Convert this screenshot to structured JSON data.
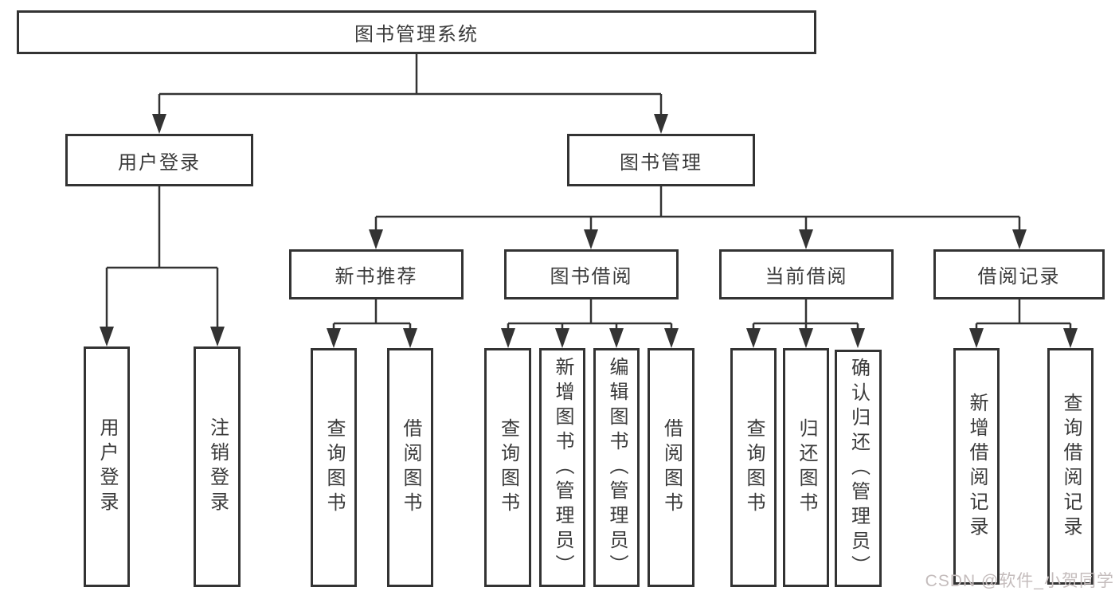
{
  "diagram": {
    "root": {
      "label": "图书管理系统"
    },
    "branches": [
      {
        "label": "用户登录",
        "children": [
          "用户登录",
          "注销登录"
        ]
      },
      {
        "label": "图书管理",
        "groups": [
          {
            "label": "新书推荐",
            "children": [
              "查询图书",
              "借阅图书"
            ]
          },
          {
            "label": "图书借阅",
            "children": [
              "查询图书",
              "新增图书（管理员）",
              "编辑图书（管理员）",
              "借阅图书"
            ]
          },
          {
            "label": "当前借阅",
            "children": [
              "查询图书",
              "归还图书",
              "确认归还（管理员）"
            ]
          },
          {
            "label": "借阅记录",
            "children": [
              "新增借阅记录",
              "查询借阅记录"
            ]
          }
        ]
      }
    ],
    "colors": {
      "line": "#333333",
      "box_border": "#333333",
      "text": "#3b3b3b",
      "background": "#ffffff",
      "watermark_text": "#c4bcbc"
    },
    "watermark": "CSDN @软件_小贺同学"
  }
}
